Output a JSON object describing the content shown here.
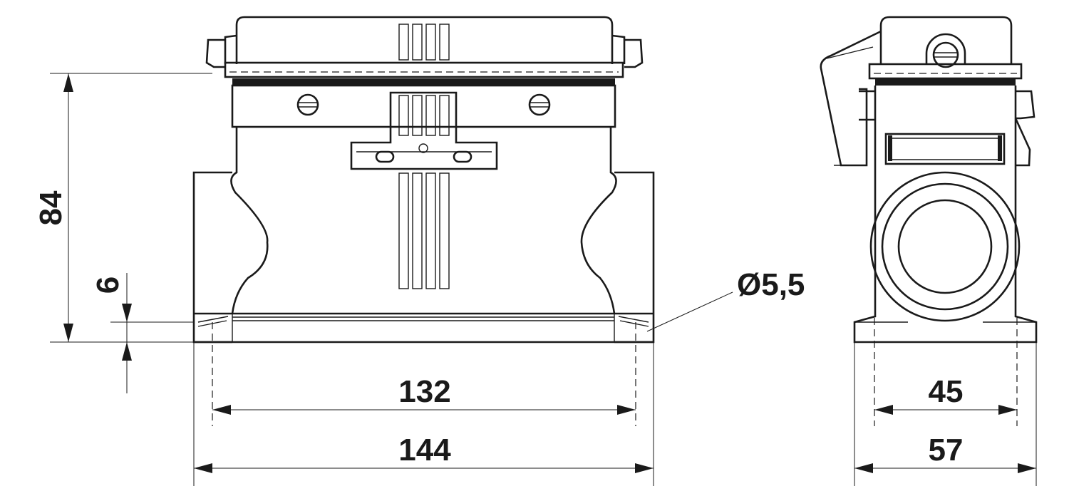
{
  "front_view": {
    "dimensions": {
      "height_total": "84",
      "base_height": "6",
      "hole_diameter": "Ø5,5",
      "hole_spacing": "132",
      "width_total": "144"
    }
  },
  "side_view": {
    "dimensions": {
      "hole_spacing": "45",
      "width_total": "57"
    }
  },
  "colors": {
    "line": "#1a1a1a",
    "background": "#ffffff"
  }
}
